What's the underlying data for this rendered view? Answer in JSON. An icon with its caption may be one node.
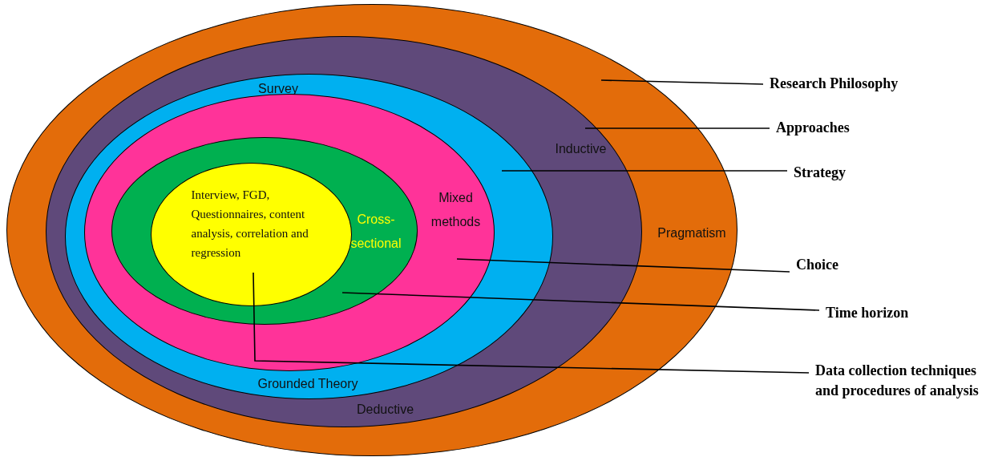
{
  "diagram": {
    "nodes": [
      {
        "text": [
          "Pragmatism"
        ]
      },
      {
        "text": [
          "Inductive",
          "Deductive"
        ],
        "in": 0
      },
      {
        "text": [
          "Survey",
          "Grounded Theory"
        ],
        "in": 1
      },
      {
        "text": [
          "Mixed methods"
        ],
        "in": 2
      },
      {
        "text": [
          "Cross-sectional"
        ],
        "in": 3
      },
      {
        "text": [
          "Interview, FGD, Questionnaires, content analysis, correlation and regression"
        ],
        "in": 4
      },
      {
        "text": [
          "Research Philosophy"
        ]
      },
      {
        "text": [
          "Approaches"
        ]
      },
      {
        "text": [
          "Strategy"
        ]
      },
      {
        "text": [
          "Choice"
        ]
      },
      {
        "text": [
          "Time horizon"
        ]
      },
      {
        "text": [
          "Data collection techniques and procedures of analysis"
        ]
      }
    ],
    "edges": [
      {
        "from": 6,
        "to": 0,
        "arrow": "none"
      },
      {
        "from": 7,
        "to": 1,
        "arrow": "none"
      },
      {
        "from": 8,
        "to": 2,
        "arrow": "none"
      },
      {
        "from": 9,
        "to": 3,
        "arrow": "none"
      },
      {
        "from": 10,
        "to": 4,
        "arrow": "none"
      },
      {
        "from": 11,
        "to": 5,
        "arrow": "none"
      }
    ]
  }
}
